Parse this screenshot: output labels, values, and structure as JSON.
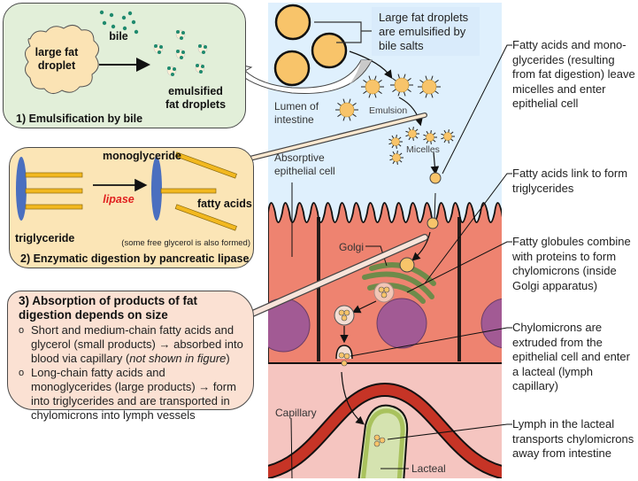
{
  "box1": {
    "title": "1) Emulsification by bile",
    "bile_label": "bile",
    "large_droplet_label_1": "large fat",
    "large_droplet_label_2": "droplet",
    "emulsified_label_1": "emulsified",
    "emulsified_label_2": "fat droplets"
  },
  "box2": {
    "title": "2) Enzymatic digestion by pancreatic lipase",
    "monoglyceride_label": "monoglyceride",
    "triglyceride_label": "triglyceride",
    "enzyme_label": "lipase",
    "fatty_acids_label": "fatty acids",
    "note": "(some free glycerol is also formed)"
  },
  "box3": {
    "title": "3) Absorption of products of fat digestion depends on size",
    "bullet1_main": "Short and medium-chain fatty acids and glycerol (small products) → absorbed into blood via capillary (",
    "bullet1_italic": "not shown in figure",
    "bullet1_end": ")",
    "bullet2": "Long-chain fatty acids and monoglycerides (large products) → form into triglycerides and are transported in chylomicrons into lymph vessels"
  },
  "center": {
    "callout_1": "Large fat droplets",
    "callout_2": "are emulsified by",
    "callout_3": "bile salts",
    "lumen_1": "Lumen of",
    "lumen_2": "intestine",
    "emulsion": "Emulsion",
    "micelles": "Micelles",
    "absorptive_1": "Absorptive",
    "absorptive_2": "epithelial cell",
    "golgi": "Golgi",
    "capillary": "Capillary",
    "lacteal": "Lacteal"
  },
  "right_labels": [
    "Fatty acids and mono-glycerides (resulting from fat digestion) leave micelles and enter epithelial cell",
    "Fatty acids link to form triglycerides",
    "Fatty globules combine with proteins to form chylomicrons (inside Golgi apparatus)",
    "Chylomicrons are extruded from the epithelial cell and enter a lacteal (lymph capillary)",
    "Lymph in the lacteal transports chylomicrons away from intestine"
  ],
  "colors": {
    "lumen": "#dff0fd",
    "cell": "#ee8370",
    "submucosa": "#f5c5c0",
    "nucleus": "#a25a94",
    "capillary": "#c63426",
    "lacteal": "#d5e3b0",
    "fat": "#f8c46a",
    "golgi": "#6e8b4a",
    "glycerol": "#4a6fbf",
    "lipase": "#e02020"
  }
}
